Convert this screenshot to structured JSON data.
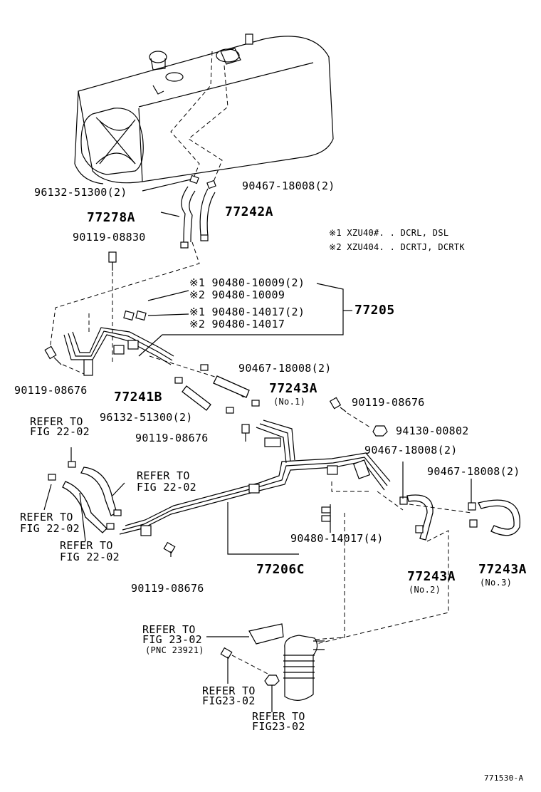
{
  "notes": {
    "note1": "※1  XZU40#. . DCRL, DSL",
    "note2": "※2  XZU404. . DCRTJ, DCRTK"
  },
  "labels": {
    "p96132_top": "96132-51300(2)",
    "p90467_top": "90467-18008(2)",
    "p77278A": "77278A",
    "p77242A": "77242A",
    "p90119_08830": "90119-08830",
    "s1_90480_10009": "※1  90480-10009(2)",
    "s2_90480_10009": "※2  90480-10009",
    "s1_90480_14017": "※1  90480-14017(2)",
    "s2_90480_14017": "※2  90480-14017",
    "p77205": "77205",
    "p90119_left": "90119-08676",
    "p90467_mid": "90467-18008(2)",
    "p77241B": "77241B",
    "p77243A_1": "77243A",
    "no1": "(No.1)",
    "p96132_mid": "96132-51300(2)",
    "p90119_right": "90119-08676",
    "p94130": "94130-00802",
    "p90119_mid": "90119-08676",
    "p90467_r1": "90467-18008(2)",
    "p90467_r2": "90467-18008(2)",
    "refer_a_1": "REFER TO",
    "refer_a_2": "FIG 22-02",
    "refer_b_1": "REFER TO",
    "refer_b_2": "FIG 22-02",
    "refer_c_1": "REFER TO",
    "refer_c_2": "FIG 22-02",
    "refer_d_1": "REFER TO",
    "refer_d_2": "FIG 22-02",
    "p90480_14017_4": "90480-14017(4)",
    "p77206C": "77206C",
    "p77243A_2": "77243A",
    "no2": "(No.2)",
    "p77243A_3": "77243A",
    "no3": "(No.3)",
    "p90119_bottom": "90119-08676",
    "refer_e_1": "REFER TO",
    "refer_e_2": "FIG 23-02",
    "refer_e_3": "(PNC 23921)",
    "refer_f_1": "REFER TO",
    "refer_f_2": "FIG23-02",
    "refer_g_1": "REFER TO",
    "refer_g_2": "FIG23-02",
    "figure_id": "771530-A"
  }
}
